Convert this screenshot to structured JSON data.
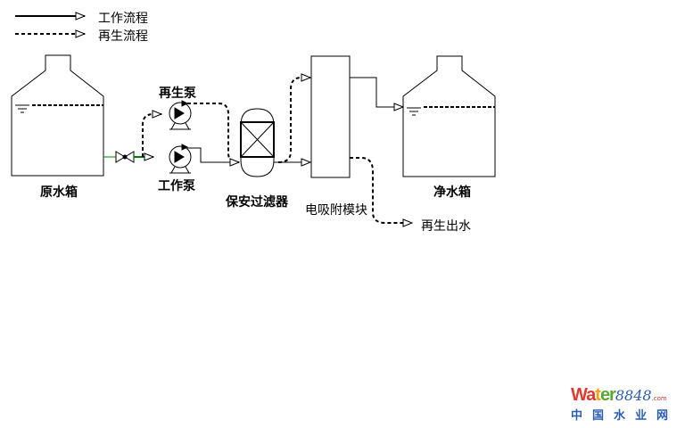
{
  "legend": {
    "work": "工作流程",
    "regen": "再生流程"
  },
  "labels": {
    "raw_tank": "原水箱",
    "regen_pump": "再生泵",
    "work_pump": "工作泵",
    "filter": "保安过滤器",
    "module": "电吸附模块",
    "clean_tank": "净水箱",
    "regen_out": "再生出水"
  },
  "logo": {
    "brand_a": "Wa",
    "brand_b": "t",
    "brand_c": "er",
    "number": "8848",
    "domain": ".com",
    "cn": "中国水业网"
  },
  "colors": {
    "pipe": "#000000",
    "green_pipe": "#008000"
  }
}
